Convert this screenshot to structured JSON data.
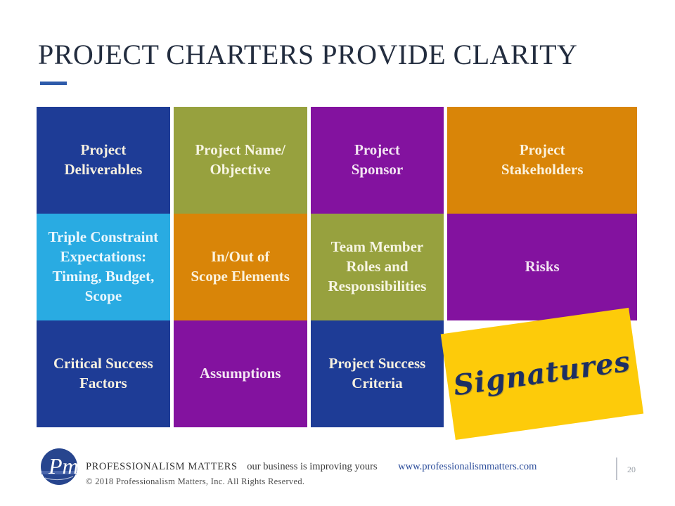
{
  "slide": {
    "title": "PROJECT CHARTERS PROVIDE CLARITY",
    "accent_dash_color": "#2e5baa",
    "page_number": "20"
  },
  "tiles": [
    {
      "id": "project-deliverables",
      "label": "Project\nDeliverables",
      "bg": "#1e3c96",
      "fg": "#f6f0e0"
    },
    {
      "id": "project-name-objective",
      "label": "Project Name/\nObjective",
      "bg": "#97a13e",
      "fg": "#f7f5e3"
    },
    {
      "id": "project-sponsor",
      "label": "Project\nSponsor",
      "bg": "#83129f",
      "fg": "#f3e5f3"
    },
    {
      "id": "project-stakeholders",
      "label": "Project\nStakeholders",
      "bg": "#d98508",
      "fg": "#fbf2dd"
    },
    {
      "id": "triple-constraint",
      "label": "Triple Constraint\nExpectations:\nTiming, Budget,\nScope",
      "bg": "#29abe2",
      "fg": "#eaf7fd"
    },
    {
      "id": "in-out-scope-elements",
      "label": "In/Out of\nScope Elements",
      "bg": "#d98508",
      "fg": "#fbf2dd"
    },
    {
      "id": "team-member-roles",
      "label": "Team Member\nRoles and\nResponsibilities",
      "bg": "#97a13e",
      "fg": "#f7f5e3"
    },
    {
      "id": "risks",
      "label": "Risks",
      "bg": "#83129f",
      "fg": "#f3e5f3"
    },
    {
      "id": "critical-success-factors",
      "label": "Critical Success\nFactors",
      "bg": "#1e3c96",
      "fg": "#f6f0e0"
    },
    {
      "id": "assumptions",
      "label": "Assumptions",
      "bg": "#83129f",
      "fg": "#f3e5f3"
    },
    {
      "id": "project-success-criteria",
      "label": "Project Success\nCriteria",
      "bg": "#1e3c96",
      "fg": "#f6f0e0"
    },
    {
      "id": "signatures",
      "label": "Signatures",
      "bg": "#fdcb0a",
      "fg": "#1d2f63"
    }
  ],
  "footer": {
    "logo_monogram": "Pm",
    "company": "PROFESSIONALISM MATTERS",
    "tagline": "our business is improving yours",
    "url": "www.professionalismmatters.com",
    "copyright": "© 2018 Professionalism Matters, Inc. All Rights Reserved."
  }
}
